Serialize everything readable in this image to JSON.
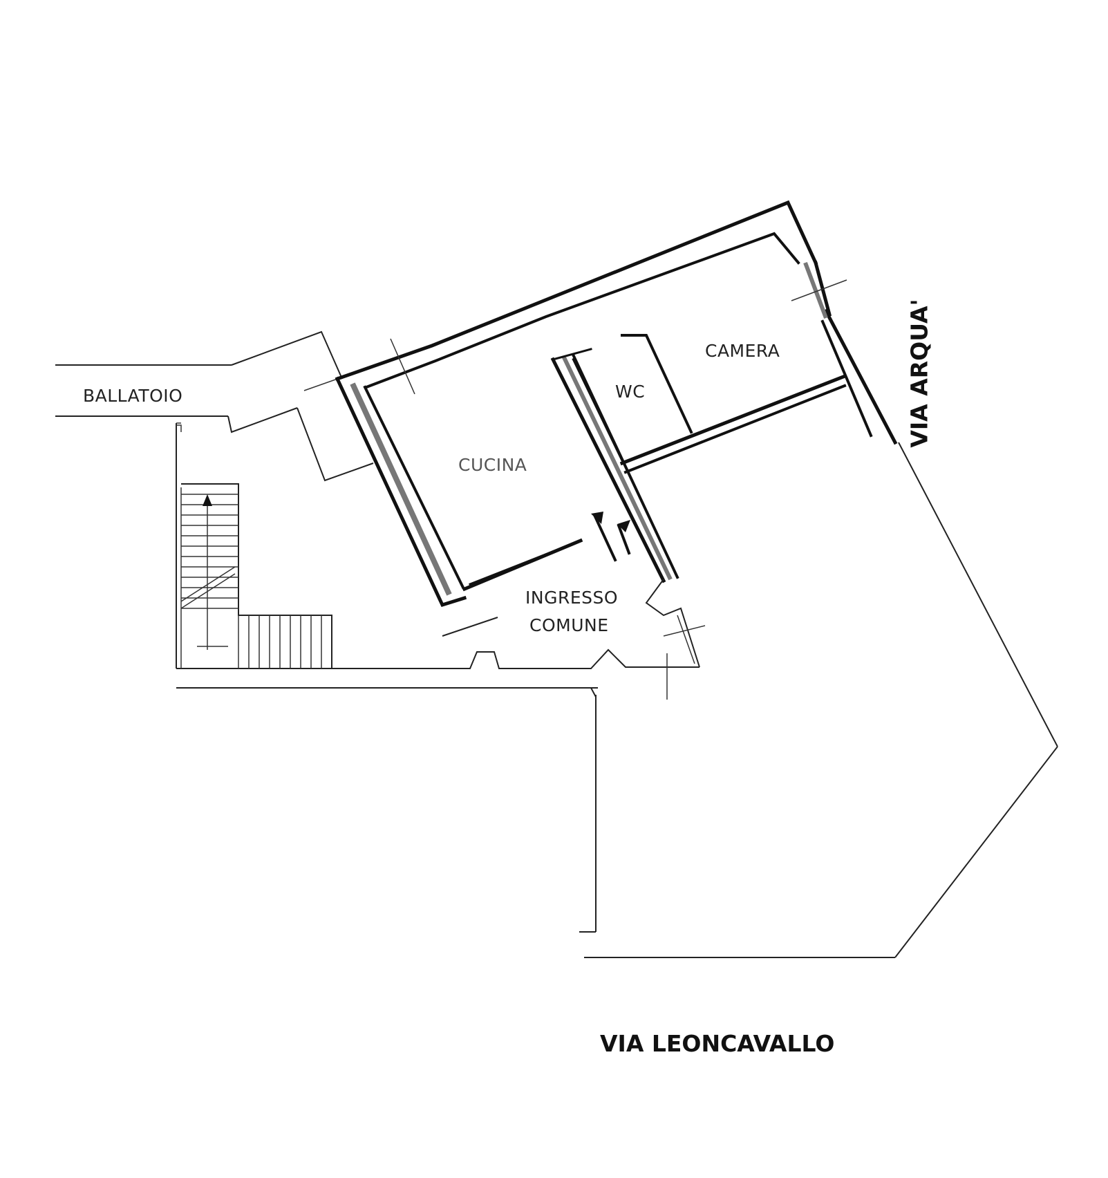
{
  "plan": {
    "rooms": {
      "ballatoio": "BALLATOIO",
      "cucina": "CUCINA",
      "wc": "WC",
      "camera": "CAMERA",
      "ingresso_line1": "INGRESSO",
      "ingresso_line2": "COMUNE"
    },
    "streets": {
      "bottom": "VIA LEONCAVALLO",
      "right": "VIA ARQUA'"
    },
    "colors": {
      "line": "#111111",
      "background": "#ffffff"
    }
  }
}
